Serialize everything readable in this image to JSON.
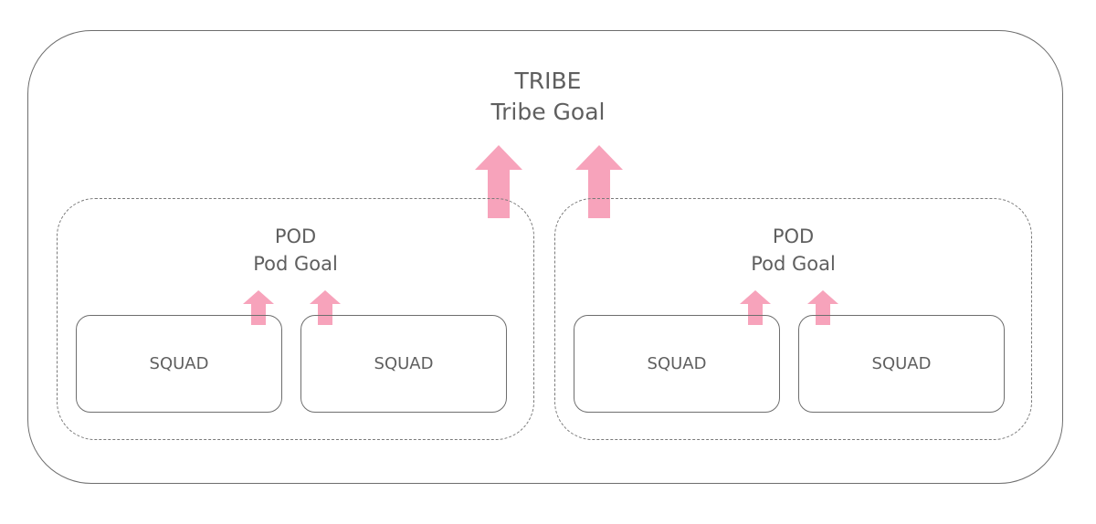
{
  "tribe": {
    "title": "TRIBE",
    "goal": "Tribe Goal"
  },
  "pods": [
    {
      "title": "POD",
      "goal": "Pod Goal",
      "squads": [
        "SQUAD",
        "SQUAD"
      ]
    },
    {
      "title": "POD",
      "goal": "Pod Goal",
      "squads": [
        "SQUAD",
        "SQUAD"
      ]
    }
  ],
  "colors": {
    "arrow": "#f7a3bb",
    "border": "#6e6e6e",
    "text": "#5f5f5f"
  }
}
